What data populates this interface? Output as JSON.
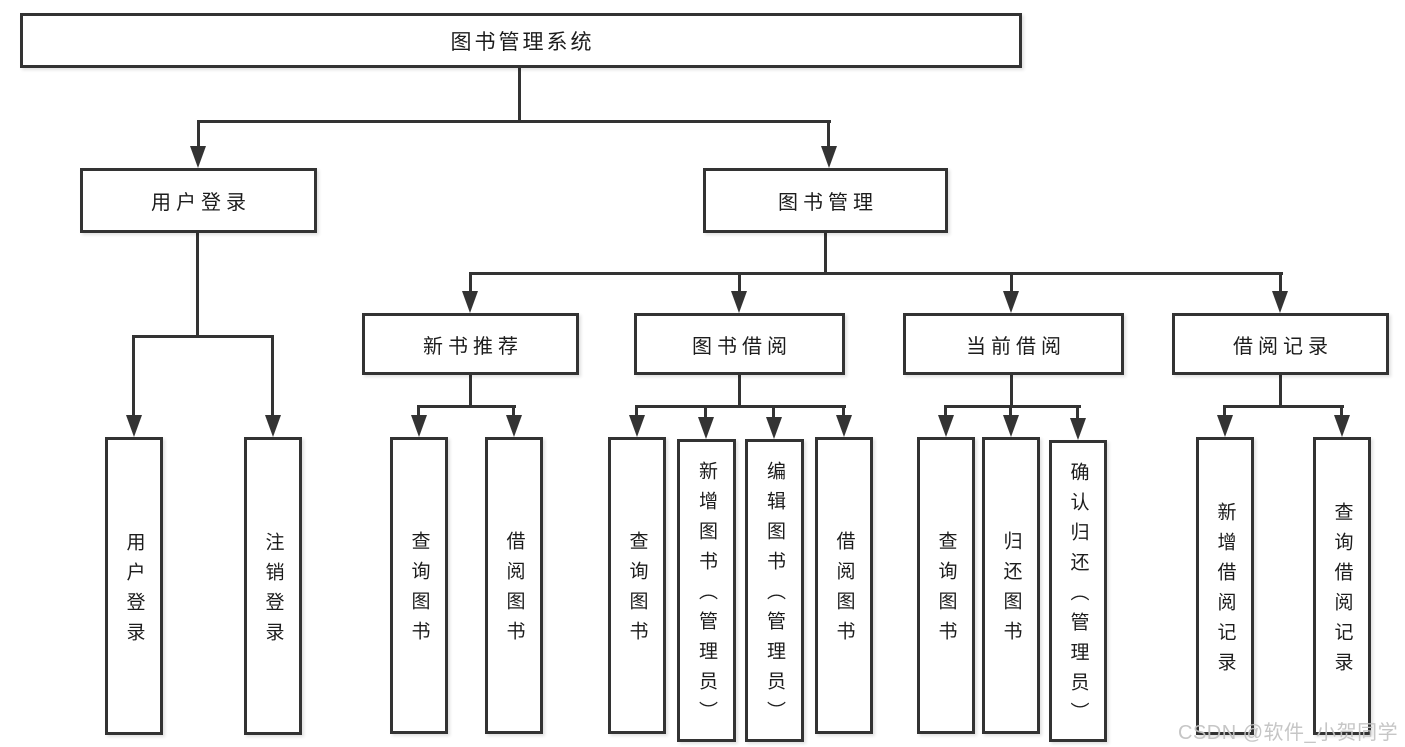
{
  "diagram": {
    "root": {
      "label": "图书管理系统"
    },
    "level2": [
      {
        "label": "用户登录",
        "children": [
          {
            "label": "用户登录"
          },
          {
            "label": "注销登录"
          }
        ]
      },
      {
        "label": "图书管理",
        "children": [
          {
            "label": "新书推荐",
            "children": [
              {
                "label": "查询图书"
              },
              {
                "label": "借阅图书"
              }
            ]
          },
          {
            "label": "图书借阅",
            "children": [
              {
                "label": "查询图书"
              },
              {
                "label": "新增图书（管理员）"
              },
              {
                "label": "编辑图书（管理员）"
              },
              {
                "label": "借阅图书"
              }
            ]
          },
          {
            "label": "当前借阅",
            "children": [
              {
                "label": "查询图书"
              },
              {
                "label": "归还图书"
              },
              {
                "label": "确认归还（管理员）"
              }
            ]
          },
          {
            "label": "借阅记录",
            "children": [
              {
                "label": "新增借阅记录"
              },
              {
                "label": "查询借阅记录"
              }
            ]
          }
        ]
      }
    ]
  },
  "watermark": {
    "text": "CSDN @软件_小贺同学"
  },
  "colors": {
    "line": "#333333",
    "text": "#1c1c1c",
    "watermark": "#c3c3c3",
    "background": "#ffffff"
  }
}
